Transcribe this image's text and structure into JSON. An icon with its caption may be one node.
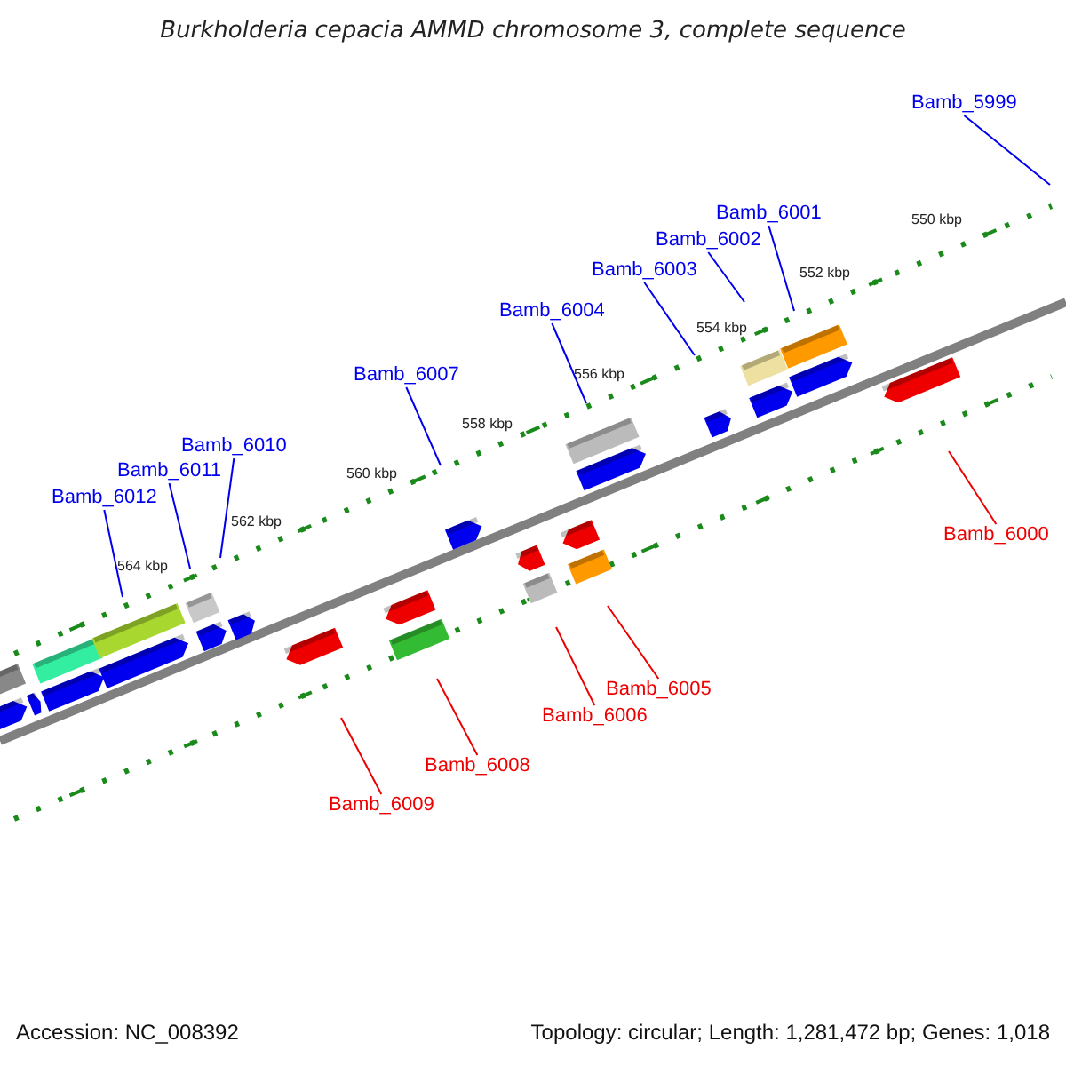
{
  "diagram": {
    "title": "Burkholderia cepacia AMMD chromosome 3, complete sequence",
    "nodes": [
      {
        "text": [
          "Bamb_5999"
        ]
      },
      {
        "text": [
          "Bamb_6001"
        ]
      },
      {
        "text": [
          "Bamb_6002"
        ]
      },
      {
        "text": [
          "Bamb_6003"
        ]
      },
      {
        "text": [
          "Bamb_6004"
        ]
      },
      {
        "text": [
          "Bamb_6007"
        ]
      },
      {
        "text": [
          "Bamb_6010"
        ]
      },
      {
        "text": [
          "Bamb_6011"
        ]
      },
      {
        "text": [
          "Bamb_6012"
        ]
      },
      {
        "text": [
          "Bamb_6000"
        ]
      },
      {
        "text": [
          "Bamb_6005"
        ]
      },
      {
        "text": [
          "Bamb_6006"
        ]
      },
      {
        "text": [
          "Bamb_6008"
        ]
      },
      {
        "text": [
          "Bamb_6009"
        ]
      }
    ],
    "edges": [
      {
        "from": 0,
        "to": null,
        "arrow": "none"
      },
      {
        "from": 1,
        "to": null,
        "arrow": "none"
      },
      {
        "from": 2,
        "to": null,
        "arrow": "none"
      },
      {
        "from": 3,
        "to": null,
        "arrow": "none"
      },
      {
        "from": 4,
        "to": null,
        "arrow": "none"
      },
      {
        "from": 5,
        "to": null,
        "arrow": "none"
      },
      {
        "from": 6,
        "to": null,
        "arrow": "none"
      },
      {
        "from": 7,
        "to": null,
        "arrow": "none"
      },
      {
        "from": 8,
        "to": null,
        "arrow": "none"
      },
      {
        "from": 9,
        "to": null,
        "arrow": "none",
        "color": "#ee0000"
      },
      {
        "from": 10,
        "to": null,
        "arrow": "none",
        "color": "#ee0000"
      },
      {
        "from": 11,
        "to": null,
        "arrow": "none",
        "color": "#ee0000"
      },
      {
        "from": 12,
        "to": null,
        "arrow": "none",
        "color": "#ee0000"
      },
      {
        "from": 13,
        "to": null,
        "arrow": "none",
        "color": "#ee0000"
      }
    ],
    "labels": [
      "550 kbp",
      "552 kbp",
      "554 kbp",
      "556 kbp",
      "558 kbp",
      "560 kbp",
      "562 kbp",
      "564 kbp",
      "Accession: NC_008392",
      "Topology: circular; Length: 1,281,472 bp; Genes: 1,018"
    ]
  }
}
